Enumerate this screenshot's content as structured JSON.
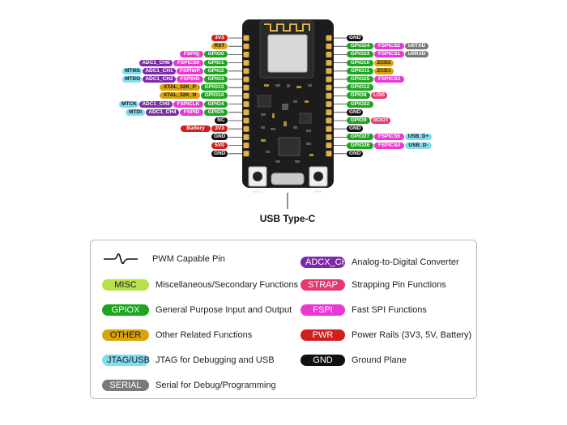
{
  "colors": {
    "power": "#d11f1f",
    "gnd": "#111111",
    "gpio": "#1ea41e",
    "adc": "#7d2aa6",
    "fspi": "#ea38d3",
    "strap": "#e8396e",
    "other": "#d9a30b",
    "misc": "#b7e04b",
    "jtag": "#82dcf0",
    "serial": "#7a7a7a",
    "board": "#1c1c1c",
    "pin": "#e0b34a"
  },
  "usb_label": "USB Type-C",
  "board_marks": {
    "left_button": "BOOT",
    "right_button": "PWR"
  },
  "left_rows": [
    [
      {
        "t": "3V3",
        "c": "power"
      }
    ],
    [
      {
        "t": "RST",
        "c": "other"
      }
    ],
    [
      {
        "t": "FSPIQ",
        "c": "fspi"
      },
      {
        "t": "GPIO0",
        "c": "gpio"
      }
    ],
    [
      {
        "t": "ADC1_CH0",
        "c": "adc"
      },
      {
        "t": "FSPICS0",
        "c": "fspi"
      },
      {
        "t": "GPIO1",
        "c": "gpio"
      }
    ],
    [
      {
        "t": "MTMS",
        "c": "jtag"
      },
      {
        "t": "ADC1_CH1",
        "c": "adc"
      },
      {
        "t": "FSPIWP",
        "c": "fspi"
      },
      {
        "t": "GPIO2",
        "c": "gpio"
      }
    ],
    [
      {
        "t": "MTDO",
        "c": "jtag"
      },
      {
        "t": "ADC1_CH2",
        "c": "adc"
      },
      {
        "t": "FSPIHD",
        "c": "fspi"
      },
      {
        "t": "GPIO3",
        "c": "gpio"
      }
    ],
    [
      {
        "t": "XTAL_32K_P",
        "c": "other"
      },
      {
        "t": "GPIO13",
        "c": "gpio"
      }
    ],
    [
      {
        "t": "XTAL_32K_N",
        "c": "other"
      },
      {
        "t": "GPIO14",
        "c": "gpio"
      }
    ],
    [
      {
        "t": "MTCK",
        "c": "jtag"
      },
      {
        "t": "ADC1_CH3",
        "c": "adc"
      },
      {
        "t": "FSPICLK",
        "c": "fspi"
      },
      {
        "t": "GPIO4",
        "c": "gpio"
      }
    ],
    [
      {
        "t": "MTDI",
        "c": "jtag"
      },
      {
        "t": "ADC1_CH4",
        "c": "adc"
      },
      {
        "t": "FSPID",
        "c": "fspi"
      },
      {
        "t": "GPIO5",
        "c": "gpio"
      }
    ],
    [
      {
        "t": "NC",
        "c": "gnd"
      }
    ],
    [
      {
        "t": "Battery",
        "c": "power"
      },
      {
        "t": "3V3",
        "c": "power"
      }
    ],
    [
      {
        "t": "GND",
        "c": "gnd"
      }
    ],
    [
      {
        "t": "5V0",
        "c": "power"
      }
    ],
    [
      {
        "t": "GND",
        "c": "gnd"
      }
    ]
  ],
  "right_rows": [
    [
      {
        "t": "GND",
        "c": "gnd"
      }
    ],
    [
      {
        "t": "GPIO24",
        "c": "gpio"
      },
      {
        "t": "FSPICS2",
        "c": "fspi"
      },
      {
        "t": "U0TXD",
        "c": "serial"
      }
    ],
    [
      {
        "t": "GPIO23",
        "c": "gpio"
      },
      {
        "t": "FSPICS1",
        "c": "fspi"
      },
      {
        "t": "U0RXD",
        "c": "serial"
      }
    ],
    [
      {
        "t": "GPIO10",
        "c": "gpio"
      },
      {
        "t": "ZCD2",
        "c": "other"
      }
    ],
    [
      {
        "t": "GPIO11",
        "c": "gpio"
      },
      {
        "t": "ZCD1",
        "c": "other"
      }
    ],
    [
      {
        "t": "GPIO25",
        "c": "gpio"
      },
      {
        "t": "FSPICS3",
        "c": "fspi"
      }
    ],
    [
      {
        "t": "GPIO12",
        "c": "gpio"
      }
    ],
    [
      {
        "t": "GPIO8",
        "c": "gpio"
      },
      {
        "t": "LOG",
        "c": "strap"
      }
    ],
    [
      {
        "t": "GPIO22",
        "c": "gpio"
      }
    ],
    [
      {
        "t": "GND",
        "c": "gnd"
      }
    ],
    [
      {
        "t": "GPIO9",
        "c": "gpio"
      },
      {
        "t": "BOOT",
        "c": "strap"
      }
    ],
    [
      {
        "t": "GND",
        "c": "gnd"
      }
    ],
    [
      {
        "t": "GPIO27",
        "c": "gpio"
      },
      {
        "t": "FSPICS5",
        "c": "fspi"
      },
      {
        "t": "USB_D+",
        "c": "jtag"
      }
    ],
    [
      {
        "t": "GPIO26",
        "c": "gpio"
      },
      {
        "t": "FSPICS4",
        "c": "fspi"
      },
      {
        "t": "USB_D-",
        "c": "jtag"
      }
    ],
    [
      {
        "t": "GND",
        "c": "gnd"
      }
    ]
  ],
  "legend": {
    "pwm_text": "PWM Capable Pin",
    "items": [
      {
        "chip": "MISC",
        "color": "misc",
        "text": "Miscellaneous/Secondary Functions"
      },
      {
        "chip": "GPIOX",
        "color": "gpio",
        "text": "General Purpose Input and Output"
      },
      {
        "chip": "OTHER",
        "color": "other",
        "text": "Other Related Functions"
      },
      {
        "chip": "JTAG/USB",
        "color": "jtag",
        "text": "JTAG for Debugging and USB"
      },
      {
        "chip": "SERIAL",
        "color": "serial",
        "text": "Serial for Debug/Programming"
      },
      {
        "chip": "ADCX_CH",
        "color": "adc",
        "text": "Analog-to-Digital Converter"
      },
      {
        "chip": "STRAP",
        "color": "strap",
        "text": "Strapping Pin Functions"
      },
      {
        "chip": "FSPI",
        "color": "fspi",
        "text": "Fast SPI Functions"
      },
      {
        "chip": "PWR",
        "color": "power",
        "text": "Power Rails (3V3, 5V, Battery)"
      },
      {
        "chip": "GND",
        "color": "gnd",
        "text": "Ground Plane"
      }
    ]
  }
}
